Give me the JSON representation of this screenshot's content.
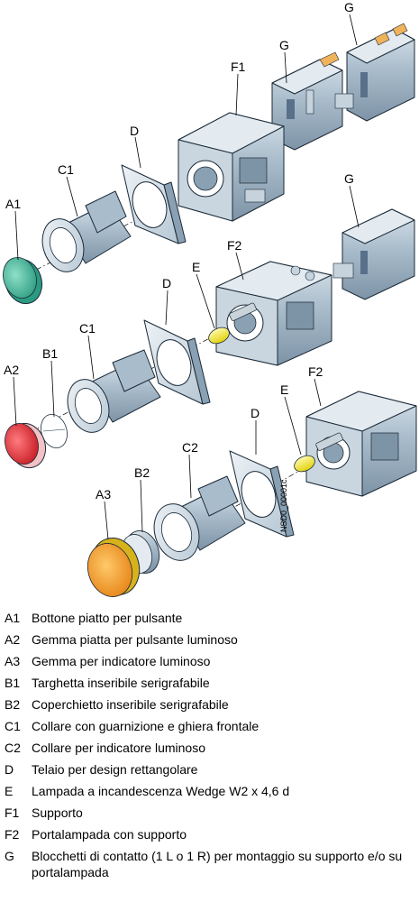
{
  "diagram": {
    "callouts": {
      "A1": "A1",
      "A2": "A2",
      "A3": "A3",
      "B1": "B1",
      "B2": "B2",
      "C1_top": "C1",
      "C1_mid": "C1",
      "C2": "C2",
      "D_top": "D",
      "D_mid": "D",
      "D_bot": "D",
      "E_mid": "E",
      "E_bot": "E",
      "F1": "F1",
      "F2_mid": "F2",
      "F2_bot": "F2",
      "G_top_a": "G",
      "G_top_b": "G",
      "G_mid": "G"
    },
    "drawing_code": "NSD0_00001c",
    "colors": {
      "body_blue": "#a9bccb",
      "body_blue_dark": "#7d93a6",
      "body_light": "#d7e2ea",
      "button_green": "#3ab89a",
      "button_red": "#e4252e",
      "lens_orange": "#f39a1e",
      "bulb_yellow": "#f6e81a",
      "bulb_base": "#c9d3da",
      "label_pink": "#f3c2c4"
    }
  },
  "legend": [
    {
      "code": "A1",
      "text": "Bottone piatto per pulsante"
    },
    {
      "code": "A2",
      "text": "Gemma piatta per pulsante luminoso"
    },
    {
      "code": "A3",
      "text": "Gemma per indicatore luminoso"
    },
    {
      "code": "B1",
      "text": "Targhetta inseribile serigrafabile"
    },
    {
      "code": "B2",
      "text": "Coperchietto inseribile serigrafabile"
    },
    {
      "code": "C1",
      "text": "Collare con guarnizione e ghiera frontale"
    },
    {
      "code": "C2",
      "text": "Collare per indicatore luminoso"
    },
    {
      "code": "D",
      "text": "Telaio per design rettangolare"
    },
    {
      "code": "E",
      "text": "Lampada a incandescenza Wedge W2 x 4,6 d"
    },
    {
      "code": "F1",
      "text": "Supporto"
    },
    {
      "code": "F2",
      "text": "Portalampada con supporto"
    },
    {
      "code": "G",
      "text": "Blocchetti di contatto (1 L o 1 R) per montaggio su supporto e/o su portalampada"
    }
  ]
}
